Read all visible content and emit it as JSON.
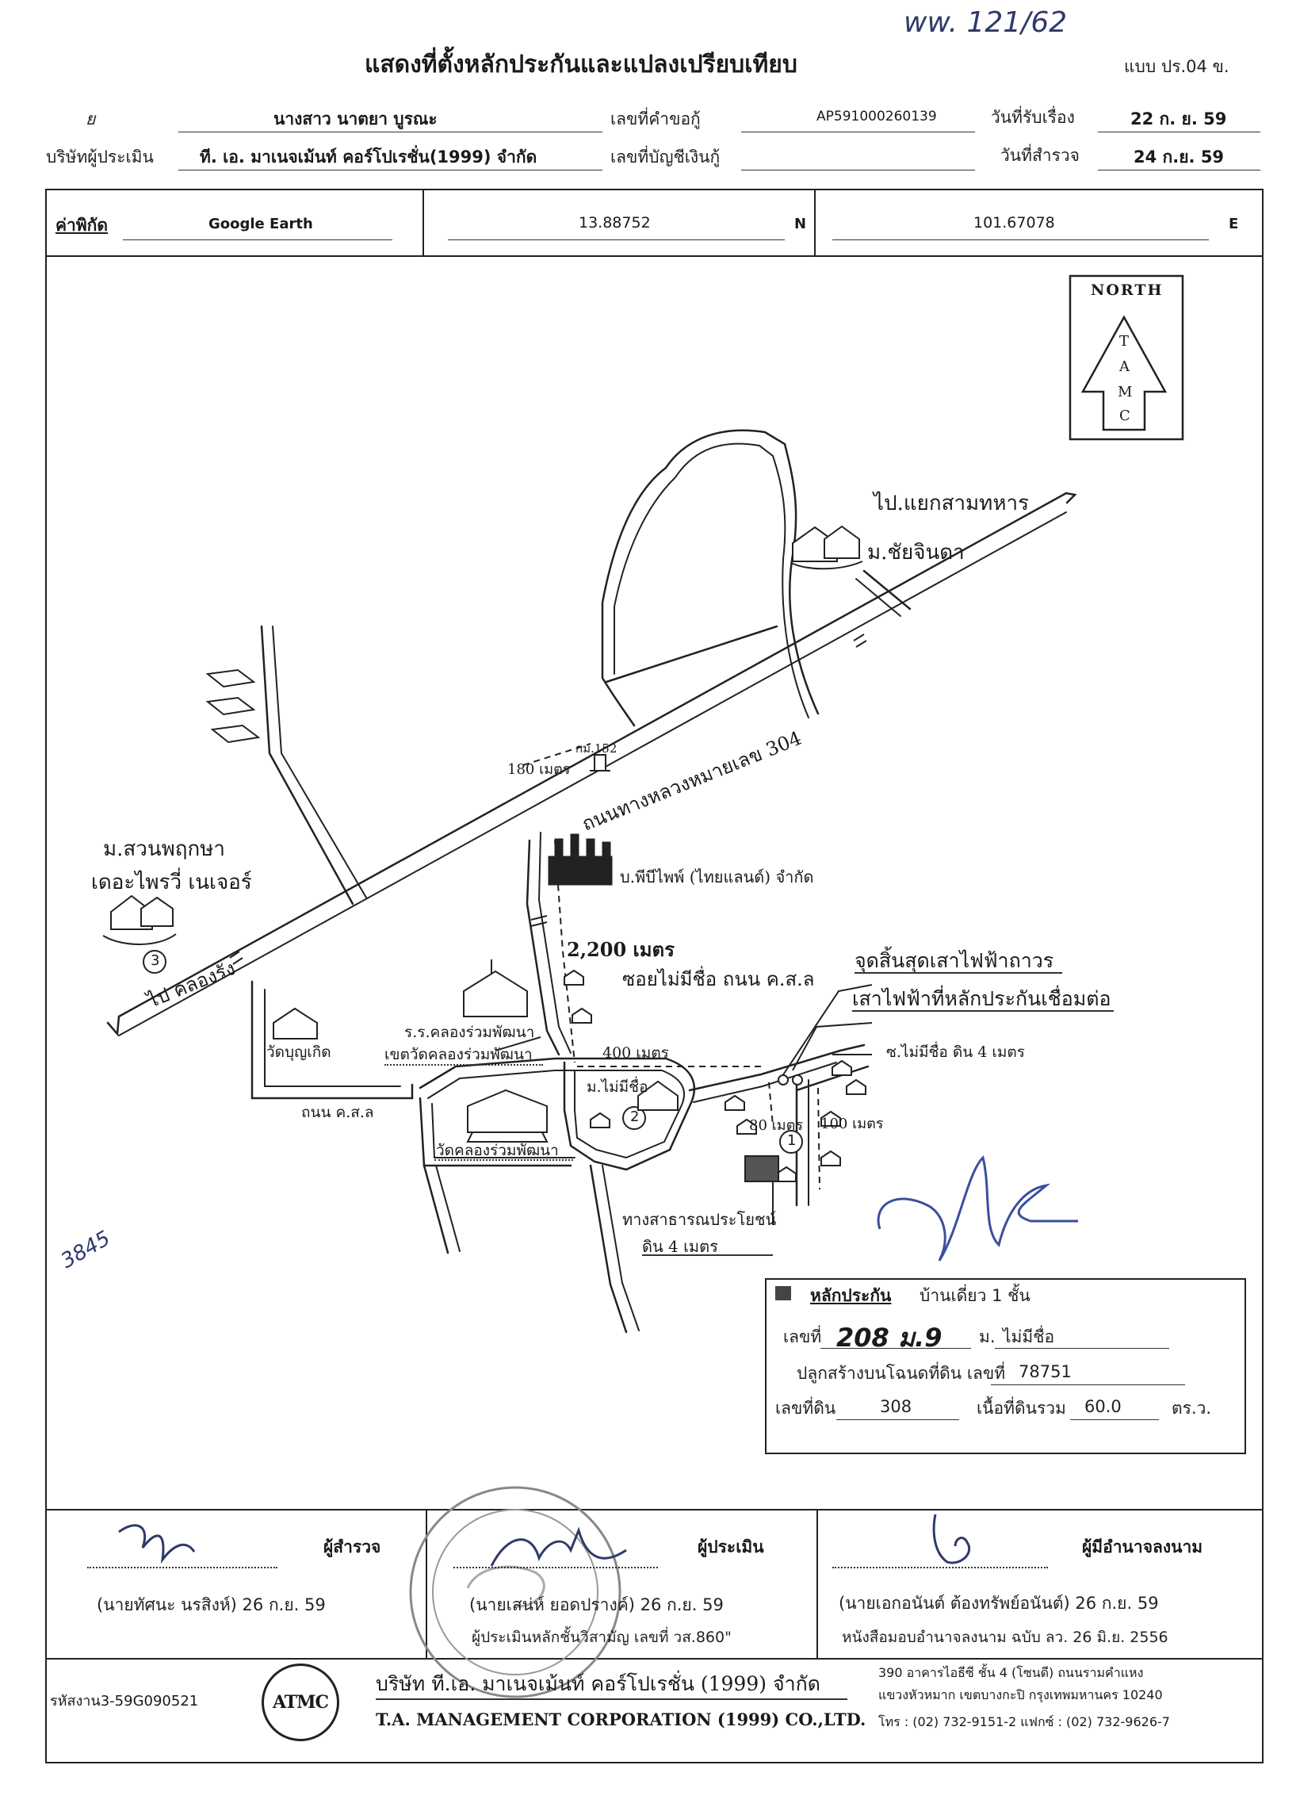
{
  "header": {
    "handwritten_ref": "ww. 121/62",
    "title": "แสดงที่ตั้งหลักประกันและแปลงเปรียบเทียบ",
    "form_code": "แบบ ปร.04 ข."
  },
  "info": {
    "name_label_fragment": "ย",
    "borrower": "นางสาว นาตยา บูรณะ",
    "request_no_label": "เลขที่คำขอกู้",
    "request_no": "AP591000260139",
    "received_date_label": "วันที่รับเรื่อง",
    "received_date": "22 ก. ย. 59",
    "appraiser_company_label": "บริษัทผู้ประเมิน",
    "appraiser_company": "ที. เอ. มาเนจเม้นท์ คอร์โปเรชั่น(1999) จำกัด",
    "account_no_label": "เลขที่บัญชีเงินกู้",
    "survey_date_label": "วันที่สำรวจ",
    "survey_date": "24 ก.ย. 59"
  },
  "coordinates": {
    "label": "ค่าพิกัด",
    "source": "Google Earth",
    "lat": "13.88752",
    "lat_dir": "N",
    "lon": "101.67078",
    "lon_dir": "E"
  },
  "north": {
    "label": "NORTH",
    "letters": [
      "T",
      "A",
      "M",
      "C"
    ]
  },
  "map": {
    "to_intersection": "ไป.แยกสามทหาร",
    "village_chai": "ม.ชัยจินดา",
    "village_suan_line1": "ม.สวนพฤกษา",
    "village_suan_line2": "เดอะไพรวี่ เนเจอร์",
    "marker_3": "3",
    "to_khlong_rang": "ไป คลองรัง",
    "highway": "ถนนทางหลวงหมายเลข 304",
    "km_post": "กม.152",
    "dist_180": "180 เมตร",
    "factory": "บ.พีบีไพพ์ (ไทยแลนด์) จำกัด",
    "dist_2200": "2,200 เมตร",
    "soi_name": "ซอยไม่มีชื่อ ถนน ค.ส.ล",
    "school_line1": "ร.ร.คลองร่วมพัฒนา",
    "school_line2": "เขตวัดคลองร่วมพัฒนา",
    "wat_bun": "วัดบุญเกิด",
    "road_kor": "ถนน ค.ส.ล",
    "wat_khlong": "วัดคลองร่วมพัฒนา",
    "dist_400": "400 เมตร",
    "village_unnamed": "ม.ไม่มีชื่อ",
    "marker_2": "2",
    "pole_end": "จุดสิ้นสุดเสาไฟฟ้าถาวร",
    "pole_connect": "เสาไฟฟ้าที่หลักประกันเชื่อมต่อ",
    "soi_dirt": "ซ.ไม่มีชื่อ ดิน 4 เมตร",
    "dist_80": "80 เมตร",
    "dist_100": "100 เมตร",
    "marker_1": "1",
    "public_way_line1": "ทางสาธารณประโยชน์",
    "public_way_line2": "ดิน 4 เมตร",
    "margin_note": "3845"
  },
  "collateral": {
    "label": "หลักประกัน",
    "type": "บ้านเดี่ยว 1 ชั้น",
    "house_no_label": "เลขที่",
    "house_no": "208 ม.9",
    "village_label": "ม.",
    "village": "ไม่มีชื่อ",
    "deed_label": "ปลูกสร้างบนโฉนดที่ดิน เลขที่",
    "deed_no": "78751",
    "land_no_label": "เลขที่ดิน",
    "land_no": "308",
    "area_label": "เนื้อที่ดินรวม",
    "area": "60.0",
    "area_unit": "ตร.ว."
  },
  "signatures": {
    "surveyor_role": "ผู้สำรวจ",
    "surveyor_name": "(นายทัศนะ   นรสิงห์) 26 ก.ย. 59",
    "appraiser_role": "ผู้ประเมิน",
    "appraiser_name": "(นายเสน่ห์ ยอดปรางค์) 26 ก.ย. 59",
    "appraiser_license": "ผู้ประเมินหลักชั้นวิสามัญ เลขที่ วส.860\"",
    "authorized_role": "ผู้มีอำนาจลงนาม",
    "authorized_name": "(นายเอกอนันต์   ต้องทรัพย์อนันต์) 26 ก.ย. 59",
    "authorized_note": "หนังสือมอบอำนาจลงนาม ฉบับ ลว. 26 มิ.ย. 2556"
  },
  "footer": {
    "job_code": "รหัสงาน3-59G090521",
    "logo_text": "ATMC",
    "company_th": "บริษัท ที.เอ. มาเนจเม้นท์ คอร์โปเรชั่น (1999) จำกัด",
    "company_en": "T.A. MANAGEMENT CORPORATION (1999) CO.,LTD.",
    "address_line1": "390  อาคารไอธีซี  ชั้น 4  (โซนดี)  ถนนรามคำแหง",
    "address_line2": "แขวงหัวหมาก  เขตบางกะปิ  กรุงเทพมหานคร 10240",
    "phone_line": "โทร : (02) 732-9151-2 แฟกซ์ : (02) 732-9626-7"
  }
}
